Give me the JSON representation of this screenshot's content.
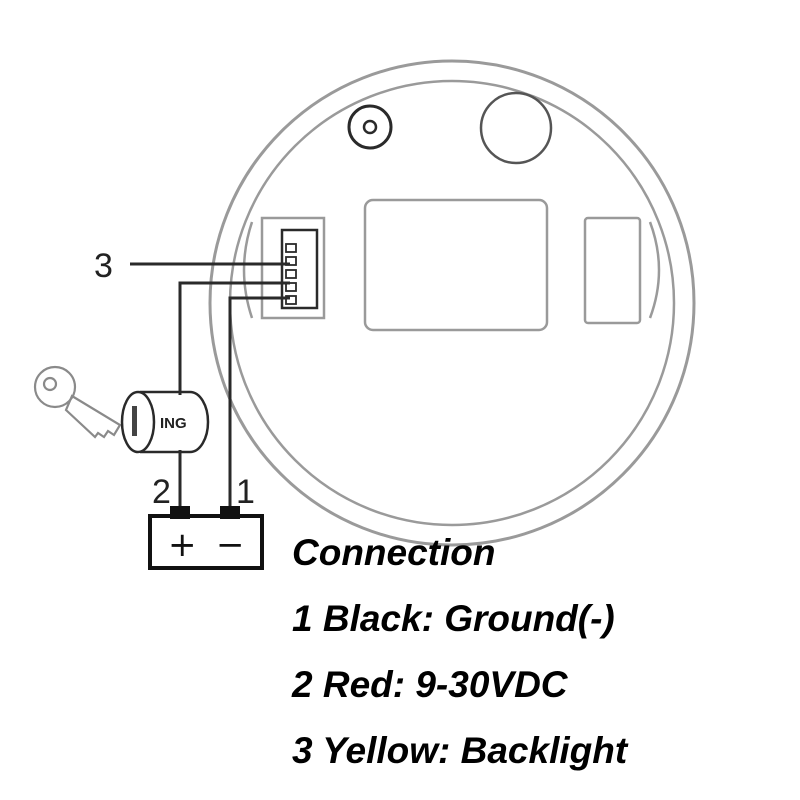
{
  "diagram": {
    "wire_labels": {
      "wire1": "1",
      "wire2": "2",
      "wire3": "3"
    },
    "ignition_label": "ING",
    "battery": {
      "plus": "+",
      "minus": "−"
    }
  },
  "legend": {
    "title": "Connection",
    "items": [
      "1 Black: Ground(-)",
      "2 Red: 9-30VDC",
      "3 Yellow: Backlight"
    ]
  },
  "colors": {
    "line": "#2a2a2a",
    "gauge_outline": "#9a9a9a",
    "background": "#ffffff"
  }
}
